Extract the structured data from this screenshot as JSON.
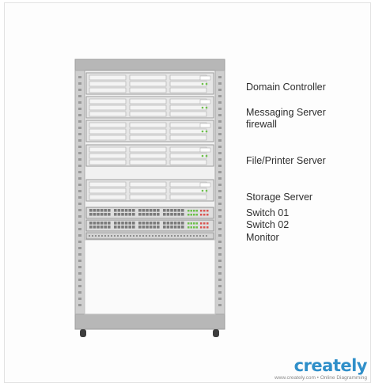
{
  "diagram": {
    "labels": [
      "Domain Controller",
      "Messaging Server",
      "firewall",
      "File/Printer Server",
      "Storage Server",
      "Switch 01",
      "Switch 02",
      "Monitor"
    ]
  },
  "branding": {
    "logo": "creately",
    "tagline": "www.creately.com • Online Diagramming"
  },
  "colors": {
    "frame": "#b7b7b7",
    "rail": "#cfcfcf",
    "server_face": "#e6e6e6",
    "drive_bay": "#f4f4f4",
    "led_green": "#6cc04a",
    "led_red": "#d9534f",
    "accent": "#2f8fc9"
  }
}
